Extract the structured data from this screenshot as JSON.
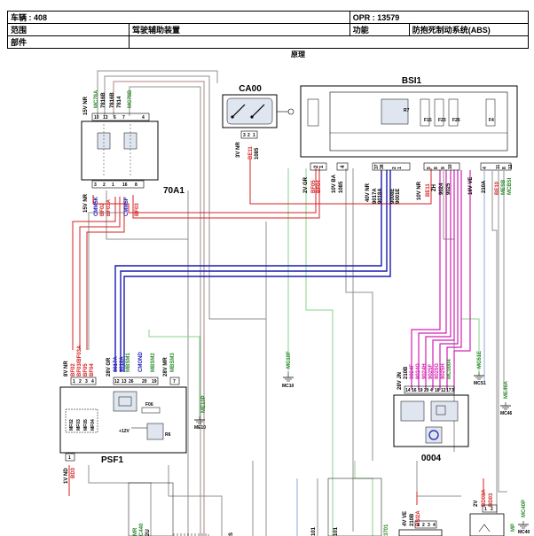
{
  "header": {
    "vehicle": "车辆 : 408",
    "opr": "OPR : 13579",
    "scope_label": "范围",
    "scope_value": "驾驶辅助装置",
    "function_label": "功能",
    "function_value": "防抱死制动系统(ABS)",
    "part_label": "部件",
    "principle": "原理"
  },
  "components": {
    "bsi1": "BSI1",
    "ca00": "CA00",
    "c70a1": "70A1",
    "psf1": "PSF1",
    "c0004": "0004"
  },
  "connectors": {
    "c70a1_top_nr": "15V NR",
    "c70a1_top_pins": [
      "10",
      "13",
      "6",
      "7",
      "4"
    ],
    "c70a1_top_wires": [
      "MC78A",
      "7816B",
      "7816B",
      "7814",
      "MC78B"
    ],
    "c70a1_bot_nr": "15V NR",
    "c70a1_bot_pins": [
      "3",
      "2",
      "1",
      "16",
      "8"
    ],
    "c70a1_bot_wires": [
      "CMM5K",
      "BF02",
      "BF03A",
      "CMM5F",
      "BF03"
    ],
    "ca00_conn": "3V NR",
    "ca00_pins": [
      "3",
      "2",
      "1"
    ],
    "ca00_wires": [
      "BE11",
      "1085"
    ],
    "bsi1_gr": "2V GR",
    "bsi1_gr_pins": [
      "2",
      "1"
    ],
    "bsi1_gr_wires": [
      "BF05",
      "BF04"
    ],
    "bsi1_ba": "10V BA",
    "bsi1_ba_pins": [
      "4"
    ],
    "bsi1_ba_wires": [
      "1085"
    ],
    "bsi1_40v": "40V NR",
    "bsi1_40v_pins": [
      "37",
      "38",
      "2",
      "1"
    ],
    "bsi1_40v_wires": [
      "9017A",
      "9018A",
      "9008E",
      "9001E"
    ],
    "bsi1_10v": "10V NR",
    "bsi1_10v_pins": [
      "5",
      "8",
      "9",
      "10"
    ],
    "bsi1_10v_wires": [
      "BE11",
      "ZH",
      "9024",
      "9025"
    ],
    "bsi1_16v": "16V VE",
    "bsi1_16v_pins": [
      "4",
      "11",
      "8",
      "12"
    ],
    "bsi1_16v_wires": [
      "210A",
      "BE10",
      "MESB",
      "MCBSI"
    ],
    "psf1_8v": "8V NR",
    "psf1_8v_pins": [
      "1",
      "2",
      "3",
      "4"
    ],
    "psf1_8v_wires": [
      "BF02",
      "BF03/BF03A",
      "BF05",
      "BF04"
    ],
    "psf1_28v_gr": "28V GR",
    "psf1_28v_gr_pins": [
      "12",
      "13",
      "26",
      "20",
      "19"
    ],
    "psf1_28v_gr_wires": [
      "9017A",
      "9018A",
      "MBSM1",
      "CMOND",
      "MBSM2"
    ],
    "psf1_28v_mr": "28V MR",
    "psf1_28v_mr_pins": [
      "7"
    ],
    "psf1_28v_mr_wires": [
      "MBSM3"
    ],
    "psf1_1v": "1V ND",
    "psf1_1v_pins": [
      "1"
    ],
    "psf1_1v_wires": [
      "BD3"
    ],
    "c0004_conn": "28V JN",
    "c0004_pins": [
      "14",
      "16",
      "19",
      "20",
      "4",
      "18",
      "12",
      "17",
      "3"
    ],
    "c0004_wires": [
      "210B",
      "9024F",
      "9024G",
      "9024H",
      "9025F",
      "9025G",
      "9025H",
      "MC0004"
    ],
    "c4v_ve": "4V VE",
    "c4v_ve_wires": [
      "210B",
      "BSI2A"
    ],
    "c2v": "2V",
    "c2v_wires": [
      "BD03A",
      "BD03"
    ]
  },
  "grounds": {
    "mc10f": "MC10F",
    "mc10": "MC10",
    "me10p": "ME10P",
    "me10": "ME10",
    "mc51e": "MC51E",
    "mcs1": "MCS1",
    "me46a": "ME46A",
    "mc46": "MC46",
    "mc40p": "MC40P",
    "mc40": "MC40"
  },
  "internal": {
    "fuse_a": "F06",
    "fuse_b": "R6",
    "supply": "+12V",
    "bsi_r": "R7",
    "bsi_f": [
      "F15",
      "F23",
      "F26",
      "F4"
    ]
  },
  "bottom_wires": [
    "MR",
    "2U",
    "C440",
    "S",
    "101",
    "101",
    "3701",
    "MP"
  ],
  "wire_colors": {
    "red": "#d42020",
    "blue": "#1a1ab0",
    "pink": "#d020b0",
    "green": "#8ad08a",
    "grey": "#909090",
    "lightblue": "#8aa8d8"
  }
}
